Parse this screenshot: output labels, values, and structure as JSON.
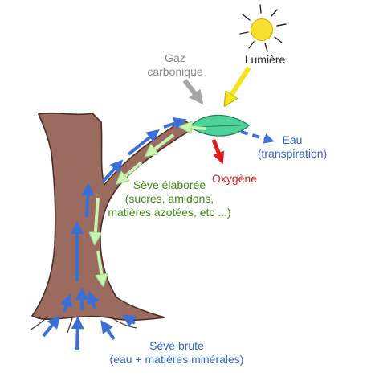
{
  "labels": {
    "gaz_line1": "Gaz",
    "gaz_line2": "carbonique",
    "lumiere": "Lumière",
    "eau_line1": "Eau",
    "eau_line2": "(transpiration)",
    "oxygene": "Oxygène",
    "seve_elaboree_line1": "Sève élaborée",
    "seve_elaboree_line2": "(sucres, amidons,",
    "seve_elaboree_line3": "matières azotées, etc ...)",
    "seve_brute_line1": "Sève brute",
    "seve_brute_line2": "(eau + matières minérales)"
  },
  "colors": {
    "trunk": "#9b6b60",
    "trunk_outline": "#4a2e25",
    "leaf": "#4cd39a",
    "sun": "#f7e12b",
    "light_arrow": "#f3e51a",
    "co2_arrow": "#a5a5a5",
    "o2_arrow": "#e11c1c",
    "water_arrow": "#3a6fd8",
    "raw_sap_arrow": "#3a6fd8",
    "elaborated_sap_arrow": "#c8f5b0"
  }
}
